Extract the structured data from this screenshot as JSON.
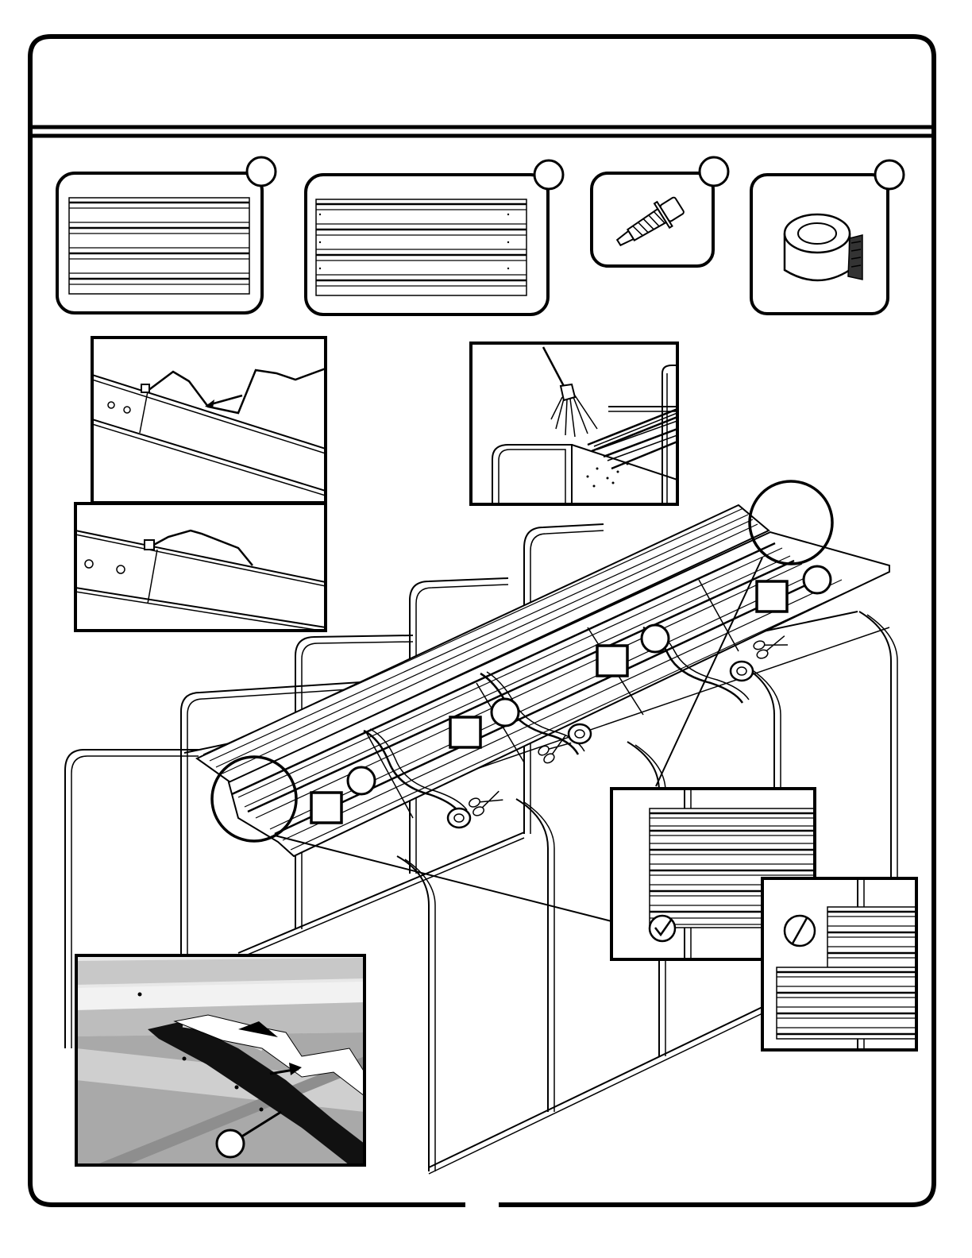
{
  "header": {
    "title": ""
  },
  "parts": [
    {
      "id": "part-short-panel",
      "icon": "short-roof-panel-icon",
      "label": ""
    },
    {
      "id": "part-long-panel",
      "icon": "long-roof-panel-icon",
      "label": ""
    },
    {
      "id": "part-screw",
      "icon": "self-drilling-screw-icon",
      "label": ""
    },
    {
      "id": "part-tape",
      "icon": "sealing-tape-roll-icon",
      "label": ""
    }
  ],
  "details": {
    "correct_overlap": {
      "icon": "checkmark-icon"
    },
    "incorrect_overlap": {
      "icon": "prohibited-icon"
    },
    "sweep": {
      "icon": "broom-icon"
    },
    "cut": {
      "icon": "scissors-icon"
    }
  },
  "colors": {
    "ink": "#000000",
    "paper": "#ffffff",
    "photo_gray": "#d9d9d9"
  },
  "footer": {
    "page_number": ""
  }
}
